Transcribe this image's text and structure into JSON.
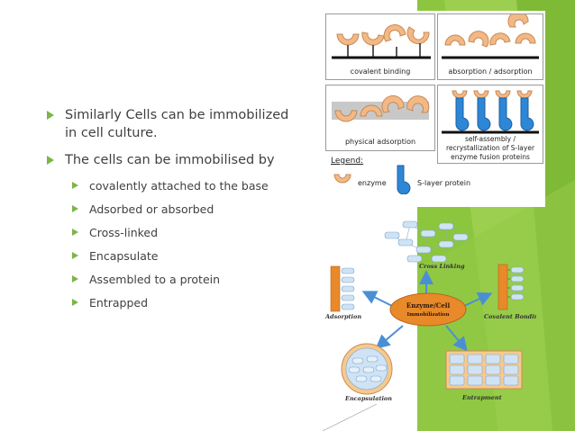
{
  "slide": {
    "bullets": [
      {
        "text": "Similarly Cells can be immobilized in cell culture."
      },
      {
        "text": "The cells can be immobilised by"
      }
    ],
    "sub_bullets": [
      "covalently attached to the base",
      "Adsorbed or absorbed",
      "Cross-linked",
      "Encapsulate",
      "Assembled to a protein",
      "Entrapped"
    ]
  },
  "figure_top": {
    "panels": [
      {
        "label": "covalent binding"
      },
      {
        "label": "absorption / adsorption"
      },
      {
        "label": "physical adsorption"
      },
      {
        "label": "self-assembly / recrystallization of S-layer enzyme fusion proteins"
      }
    ],
    "legend": {
      "title": "Legend:",
      "enzyme": "enzyme",
      "slayer": "S-layer protein"
    },
    "colors": {
      "enzyme": "#f2b886",
      "enzyme_stroke": "#c98a55",
      "slayer": "#2e86d6",
      "slayer_stroke": "#1c5fa0"
    }
  },
  "figure_bottom": {
    "center_line1": "Enzyme/Cell",
    "center_line2": "Immobilization",
    "methods": {
      "cross": "Cross Linking",
      "adsorption": "Adsorption",
      "covalent": "Covalent Bonding",
      "encapsulation": "Encapsulation",
      "entrapment": "Entrapment"
    }
  },
  "theme": {
    "green": "#8cc63f",
    "green_dark": "#6ea92e",
    "bullet": "#7ab648",
    "text": "#404040"
  }
}
